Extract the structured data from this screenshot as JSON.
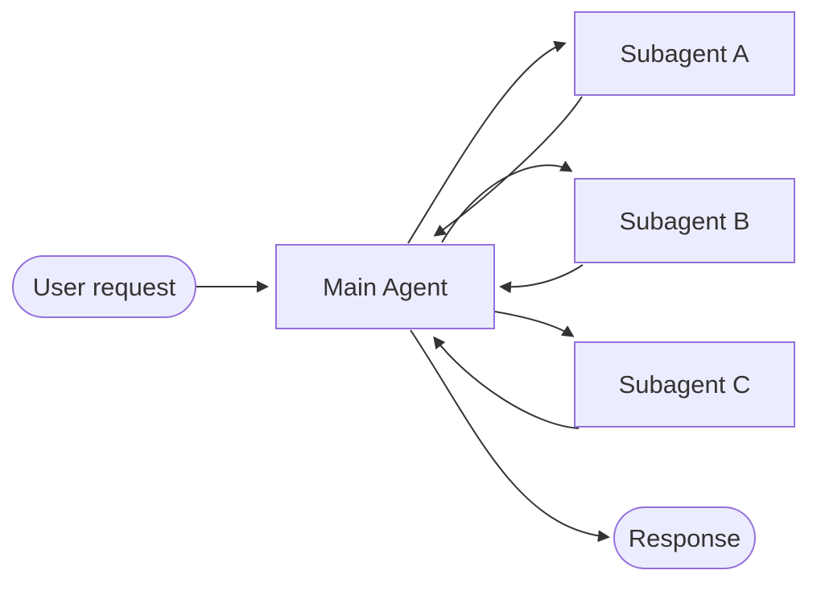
{
  "diagram": {
    "type": "flowchart",
    "direction": "left-to-right",
    "colors": {
      "background": "#ffffff",
      "node_fill": "#ECECFF",
      "node_border": "#9370DB",
      "text": "#333333",
      "edge": "#333333"
    },
    "nodes": {
      "user_request": {
        "label": "User request",
        "shape": "stadium"
      },
      "main_agent": {
        "label": "Main Agent",
        "shape": "rect"
      },
      "subagent_a": {
        "label": "Subagent A",
        "shape": "rect"
      },
      "subagent_b": {
        "label": "Subagent B",
        "shape": "rect"
      },
      "subagent_c": {
        "label": "Subagent C",
        "shape": "rect"
      },
      "response": {
        "label": "Response",
        "shape": "stadium"
      }
    },
    "edges": [
      {
        "from": "user_request",
        "to": "main_agent",
        "style": "arrow"
      },
      {
        "from": "main_agent",
        "to": "subagent_a",
        "style": "arrow"
      },
      {
        "from": "subagent_a",
        "to": "main_agent",
        "style": "arrow"
      },
      {
        "from": "main_agent",
        "to": "subagent_b",
        "style": "arrow"
      },
      {
        "from": "subagent_b",
        "to": "main_agent",
        "style": "arrow"
      },
      {
        "from": "main_agent",
        "to": "subagent_c",
        "style": "arrow"
      },
      {
        "from": "subagent_c",
        "to": "main_agent",
        "style": "arrow"
      },
      {
        "from": "main_agent",
        "to": "response",
        "style": "arrow"
      }
    ]
  }
}
